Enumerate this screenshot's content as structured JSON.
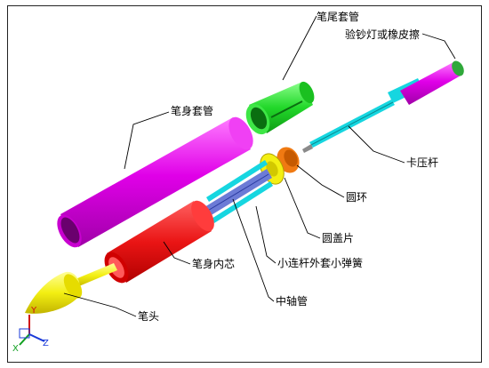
{
  "labels": {
    "tail_sleeve": "笔尾套管",
    "lamp_eraser": "验钞灯或橡皮擦",
    "body_sleeve": "笔身套管",
    "clip_bar": "卡压杆",
    "ring": "圆环",
    "cap_plate": "圆盖片",
    "inner_core": "笔身内芯",
    "rod_spring": "小连杆外套小弹簧",
    "axis_tube": "中轴管",
    "pen_tip": "笔头"
  },
  "axes": {
    "x": "X",
    "y": "Y",
    "z": "Z"
  },
  "colors": {
    "magenta": "#e000e8",
    "green": "#22d82a",
    "red": "#ea1515",
    "yellow": "#f3ef12",
    "cyan": "#16d6e0",
    "orange": "#f07a12",
    "blue_gray": "#6c7bd6"
  }
}
